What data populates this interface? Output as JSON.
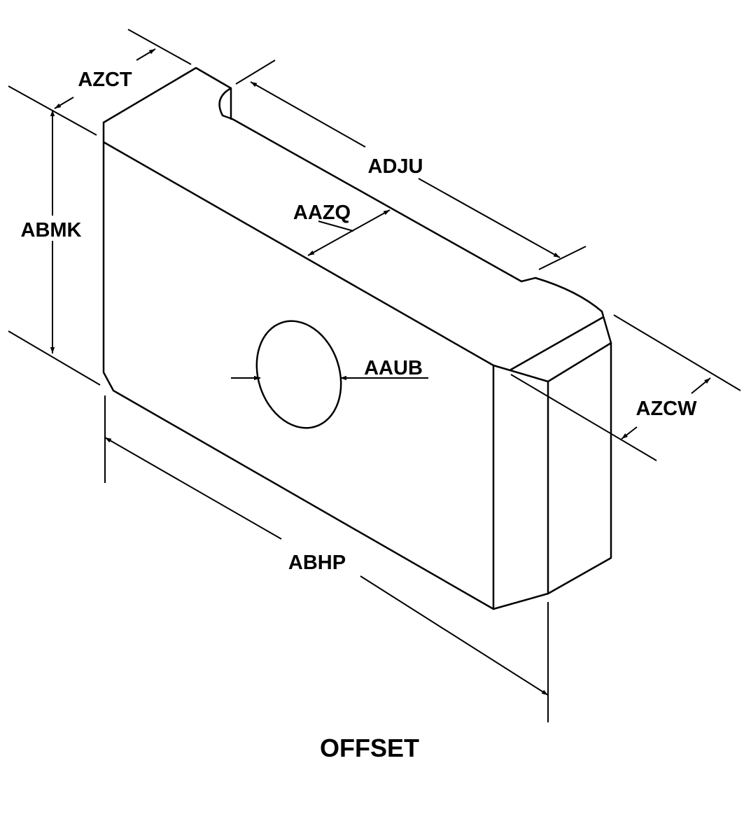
{
  "title": "OFFSET",
  "labels": {
    "azct": "AZCT",
    "abmk": "ABMK",
    "adju": "ADJU",
    "aazq": "AAZQ",
    "aaub": "AAUB",
    "azcw": "AZCW",
    "abhp": "ABHP"
  },
  "colors": {
    "line": "#000000",
    "background": "#ffffff"
  }
}
